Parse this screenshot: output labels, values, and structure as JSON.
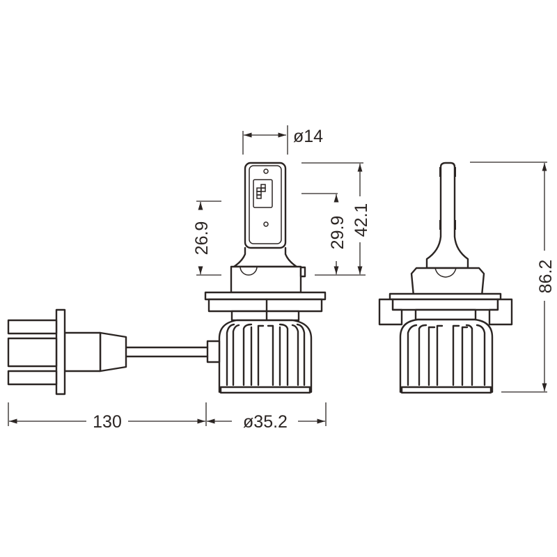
{
  "drawing": {
    "title": "LED headlight bulb dimension drawing",
    "units": "mm",
    "line_color": "#2b2523",
    "background": "#ffffff",
    "views": [
      "front-view-with-cable",
      "side-view"
    ],
    "dimensions": {
      "led_head_diameter": "ø14",
      "led_height_left": "26.9",
      "led_height_inner": "29.9",
      "led_height_outer": "42.1",
      "total_height": "86.2",
      "cable_length": "130",
      "body_diameter": "ø35.2"
    }
  }
}
